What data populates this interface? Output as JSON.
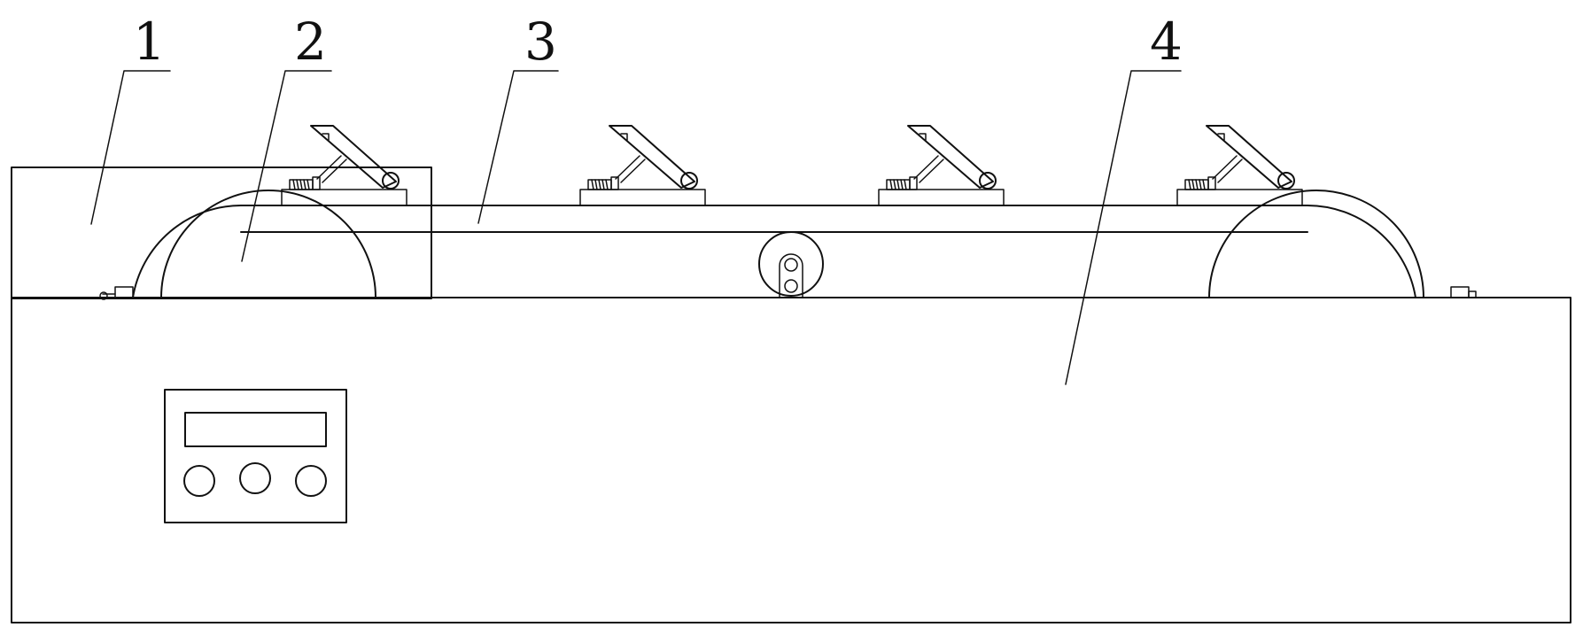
{
  "labels": [
    "1",
    "2",
    "3",
    "4"
  ],
  "colors": {
    "stroke": "#111111",
    "background": "#ffffff"
  }
}
